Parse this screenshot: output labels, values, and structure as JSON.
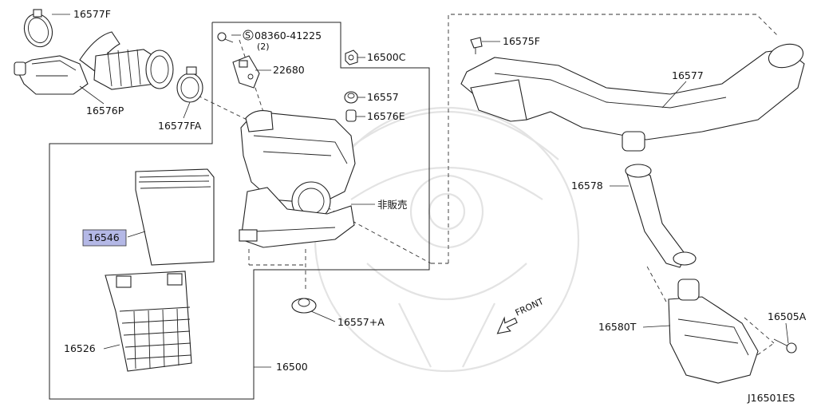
{
  "diagram_code": "J16501ES",
  "callouts": {
    "p16577F": "16577F",
    "p16576P": "16576P",
    "p16577FA": "16577FA",
    "p08360": "08360-41225",
    "p08360_qty": "(2)",
    "p22680": "22680",
    "p16500C": "16500C",
    "p16557": "16557",
    "p16576E": "16576E",
    "p16575F": "16575F",
    "p16577": "16577",
    "p16578": "16578",
    "p16546": "16546",
    "p_not_sold": "非販売",
    "p16526": "16526",
    "p16557A": "16557+A",
    "p16500": "16500",
    "p16580T": "16580T",
    "p16505A": "16505A"
  },
  "front_indicator": "FRONT",
  "highlight_color": "#b4b8e6"
}
